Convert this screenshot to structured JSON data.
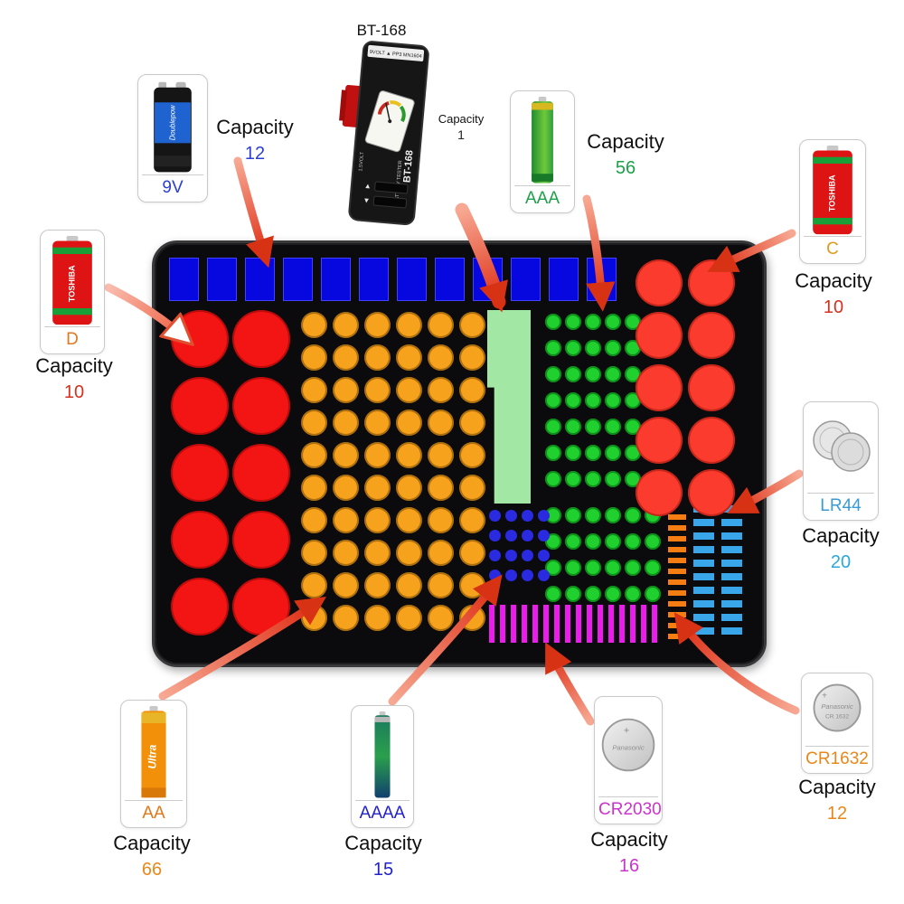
{
  "capacity_word": "Capacity",
  "tester": {
    "title": "BT-168",
    "capacity_word": "Capacity",
    "capacity": "1",
    "top_text": "9VOLT ▲ PP3 MN1604",
    "volt_text": "1.5VOLT",
    "model_text": "BT-168",
    "device_text": "BATTERY TESTER"
  },
  "batteries": [
    {
      "id": "9v",
      "label": "9V",
      "capacity": "12",
      "label_color": "#2b3fd6",
      "value_color": "#2b3fd6",
      "brand": "Doublepow"
    },
    {
      "id": "aaa",
      "label": "AAA",
      "capacity": "56",
      "label_color": "#1fa04a",
      "value_color": "#1fa04a"
    },
    {
      "id": "c",
      "label": "C",
      "capacity": "10",
      "label_color": "#e09a20",
      "value_color": "#d43220",
      "brand": "TOSHIBA"
    },
    {
      "id": "d",
      "label": "D",
      "capacity": "10",
      "label_color": "#e07820",
      "value_color": "#d43220",
      "brand": "TOSHIBA"
    },
    {
      "id": "lr44",
      "label": "LR44",
      "capacity": "20",
      "label_color": "#3a9ad4",
      "value_color": "#2aa8dc"
    },
    {
      "id": "cr1632",
      "label": "CR1632",
      "capacity": "12",
      "label_color": "#e8881c",
      "value_color": "#e8881c",
      "brand": "Panasonic",
      "coin_text": "CR 1632"
    },
    {
      "id": "cr2030",
      "label": "CR2030",
      "capacity": "16",
      "label_color": "#cc33cc",
      "value_color": "#cc33cc",
      "brand": "Panasonic"
    },
    {
      "id": "aaaa",
      "label": "AAAA",
      "capacity": "15",
      "label_color": "#2222cc",
      "value_color": "#2222cc"
    },
    {
      "id": "aa",
      "label": "AA",
      "capacity": "66",
      "label_color": "#e07818",
      "value_color": "#e8881c",
      "brand": "Ultra"
    }
  ],
  "case_slots": {
    "blue_rects": {
      "count": 12,
      "color": "#0707e0"
    },
    "d_slots": {
      "rows": 5,
      "cols": 2,
      "color": "#f31414"
    },
    "c_slots": {
      "rows": 5,
      "cols": 2,
      "color": "#fb3b2d"
    },
    "aa_slots": {
      "rows": 10,
      "cols": 6,
      "color": "#f6a21c"
    },
    "nine_v_slot": {
      "count": 1,
      "color": "#a2e8a4"
    },
    "aaa_upper": {
      "rows": 7,
      "cols": 5,
      "color": "#1fd02f"
    },
    "aaa_lower": {
      "rows": 4,
      "cols": 6,
      "color": "#1fd02f"
    },
    "aaaa_slots": {
      "rows": 4,
      "cols": 4,
      "color": "#2a2ae0"
    },
    "cr2030_slots": {
      "count": 16,
      "color": "#ec1cec"
    },
    "cr1632_slots": {
      "count": 12,
      "color": "#f57d12"
    },
    "lr44_slots": {
      "count": 20,
      "color": "#3aa6ea"
    }
  }
}
